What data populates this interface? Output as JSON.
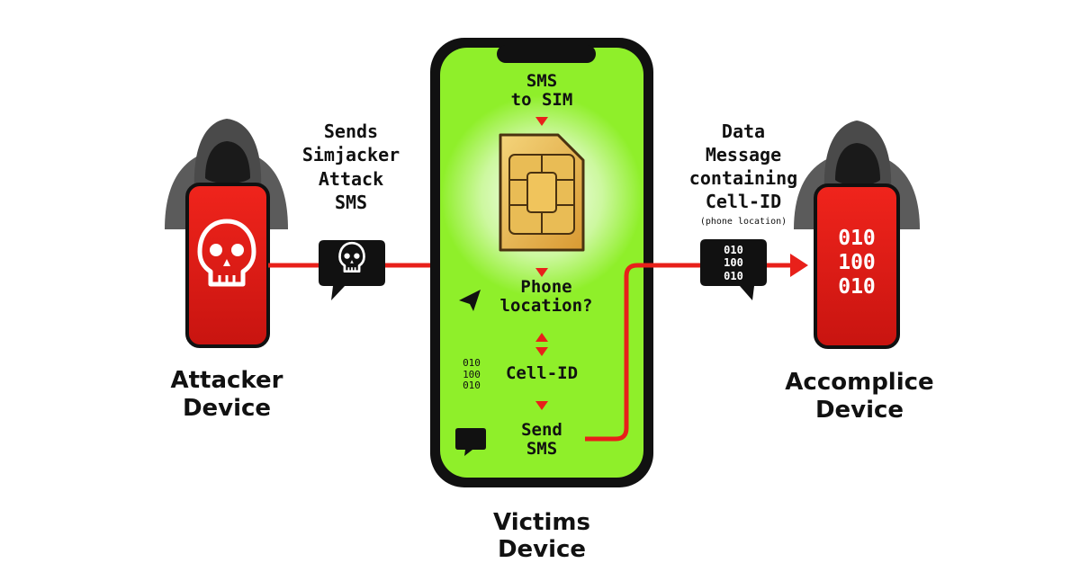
{
  "colors": {
    "accent_red": "#e8201a",
    "screen_green": "#8fef2a",
    "phone_black": "#111111",
    "sim_gold": "#e8b64c",
    "hood_gray": "#555555"
  },
  "attacker": {
    "label_line1": "Attacker",
    "label_line2": "Device",
    "icon": "skull-icon"
  },
  "sends_label": [
    "Sends",
    "Simjacker",
    "Attack",
    "SMS"
  ],
  "attack_bubble_icon": "skull-icon",
  "victim": {
    "label_line1": "Victims",
    "label_line2": "Device",
    "steps": {
      "sms_to_sim": [
        "SMS",
        "to SIM"
      ],
      "phone_location": [
        "Phone",
        "location?"
      ],
      "cell_id": "Cell-ID",
      "send_sms": [
        "Send",
        "SMS"
      ]
    },
    "binary_small": [
      "010",
      "100",
      "010"
    ],
    "icons": [
      "sim-card-icon",
      "location-arrow-icon",
      "chat-bubble-icon"
    ]
  },
  "data_message_label": [
    "Data",
    "Message",
    "containing",
    "Cell-ID"
  ],
  "data_message_sublabel": "(phone location)",
  "data_bubble_binary": [
    "010",
    "100",
    "010"
  ],
  "accomplice": {
    "label_line1": "Accomplice",
    "label_line2": "Device",
    "binary": [
      "010",
      "100",
      "010"
    ]
  }
}
